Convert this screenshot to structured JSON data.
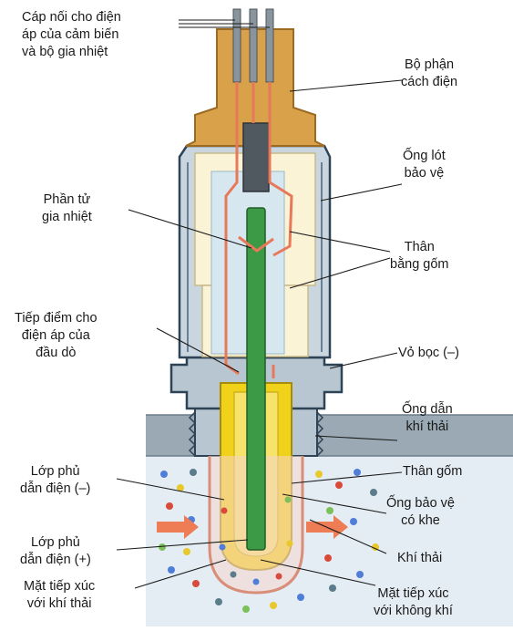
{
  "labels": {
    "cables": "Cáp nối cho điện\náp của cảm biến\nvà bộ gia nhiệt",
    "insulator": "Bộ phận\ncách điện",
    "protective_sleeve": "Ống lót\nbảo vệ",
    "heater_element": "Phần tử\ngia nhiệt",
    "ceramic_body_top": "Thân\nbằng gốm",
    "probe_contact": "Tiếp điểm cho\nđiện áp của\nđầu dò",
    "housing": "Vỏ bọc (–)",
    "exhaust_pipe": "Ống dẫn\nkhí thải",
    "ceramic_body": "Thân gốm",
    "conductive_layer_neg": "Lớp phủ\ndẫn điện (–)",
    "slotted_tube": "Ống bảo vệ\ncó khe",
    "conductive_layer_pos": "Lớp phủ\ndẫn điện (+)",
    "exhaust_gas": "Khí thải",
    "exhaust_contact_surface": "Mặt tiếp xúc\nvới khí thải",
    "air_contact_surface": "Mặt tiếp xúc\nvới không khí"
  },
  "colors": {
    "insulator": "#d9a24a",
    "shell": "#c9d6df",
    "shell_edge": "#4a6378",
    "housing_dark": "#2e4356",
    "ceramic_light": "#fbf3d6",
    "ceramic_inner": "#d6e7f0",
    "yellow_layer": "#f1d21a",
    "heater_green": "#3c9a46",
    "wire_copper": "#e8785a",
    "pipe_grey": "#9aa9b3",
    "gas_region": "#e4edf3",
    "arrow_orange": "#ee7c54"
  }
}
